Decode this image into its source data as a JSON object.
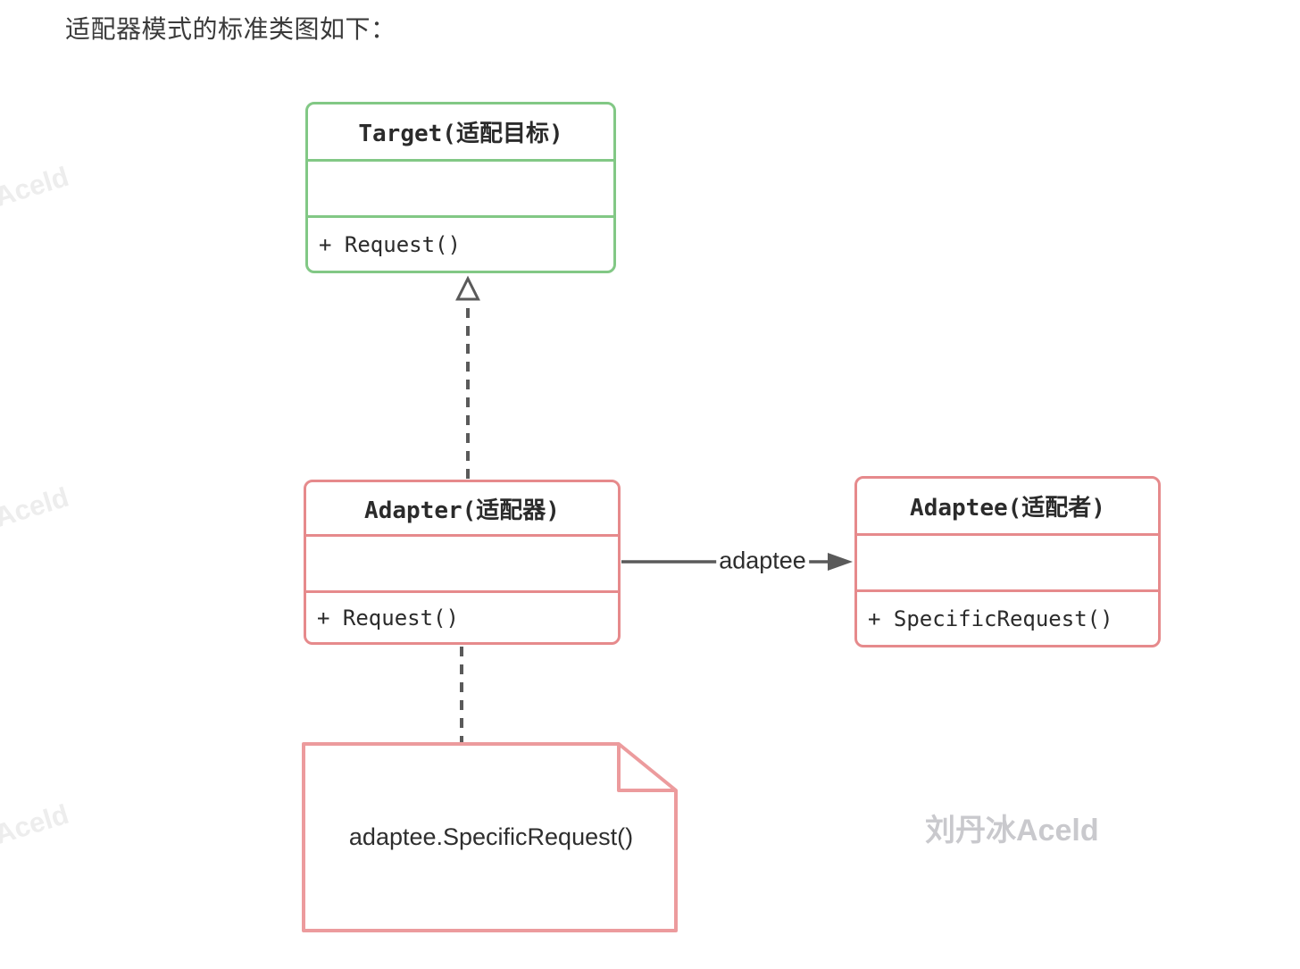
{
  "page": {
    "heading": "适配器模式的标准类图如下：",
    "background_color": "#ffffff"
  },
  "diagram": {
    "classes": [
      {
        "name": "Target(适配目标)",
        "attributes": "",
        "methods": [
          "+ Request()"
        ],
        "border_color": "#82c885"
      },
      {
        "name": "Adapter(适配器)",
        "attributes": "",
        "methods": [
          "+ Request()"
        ],
        "border_color": "#e68a8c"
      },
      {
        "name": "Adaptee(适配者)",
        "attributes": "",
        "methods": [
          "+ SpecificRequest()"
        ],
        "border_color": "#e68a8c"
      }
    ],
    "relations": [
      {
        "type": "realization",
        "from": "Adapter(适配器)",
        "to": "Target(适配目标)",
        "line_style": "dashed",
        "arrowhead": "hollow-triangle",
        "label": ""
      },
      {
        "type": "association",
        "from": "Adapter(适配器)",
        "to": "Adaptee(适配者)",
        "line_style": "solid",
        "arrowhead": "filled-triangle",
        "label": "adaptee"
      },
      {
        "type": "note-anchor",
        "from": "Adapter(适配器)",
        "to": "note",
        "line_style": "dashed",
        "arrowhead": "none",
        "label": ""
      }
    ],
    "note": {
      "text": "adaptee.SpecificRequest()",
      "border_color": "#ec9b9d"
    },
    "line_color": "#5a5a5a"
  },
  "watermarks": {
    "author": "刘丹冰Aceld",
    "faint_tile": "冰Aceld"
  }
}
